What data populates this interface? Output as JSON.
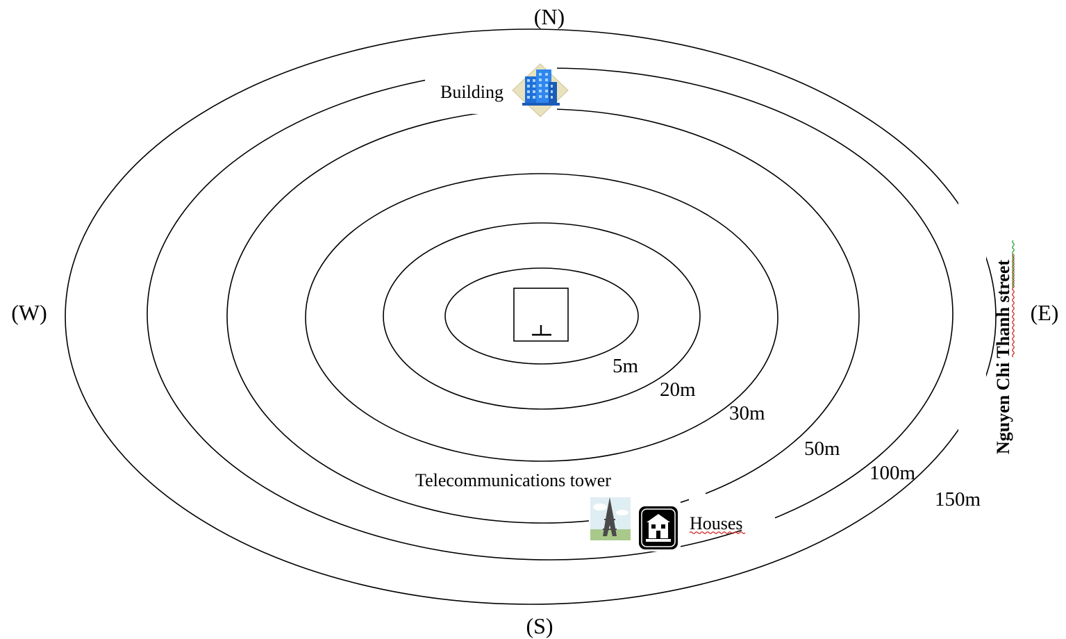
{
  "compass": {
    "north": "(N)",
    "south": "(S)",
    "west": "(W)",
    "east": "(E)"
  },
  "rings": [
    {
      "label": "5m"
    },
    {
      "label": "20m"
    },
    {
      "label": "30m"
    },
    {
      "label": "50m"
    },
    {
      "label": "100m"
    },
    {
      "label": "150m"
    }
  ],
  "places": {
    "building": {
      "label": "Building",
      "icon": "office-building-icon"
    },
    "tower": {
      "label": "Telecommunications  tower",
      "icon": "tower-icon"
    },
    "houses": {
      "label": "Houses",
      "icon": "house-icon"
    }
  },
  "street": {
    "label": "Nguyen Chi Thanh street"
  },
  "center": {
    "icon": "survey-point-icon"
  },
  "colors": {
    "lines": "#000000",
    "building_blue": "#1f6fd8",
    "diamond": "#e9e2bf",
    "spellcheck": "#d42020",
    "grammarcheck": "#2aa12a"
  }
}
